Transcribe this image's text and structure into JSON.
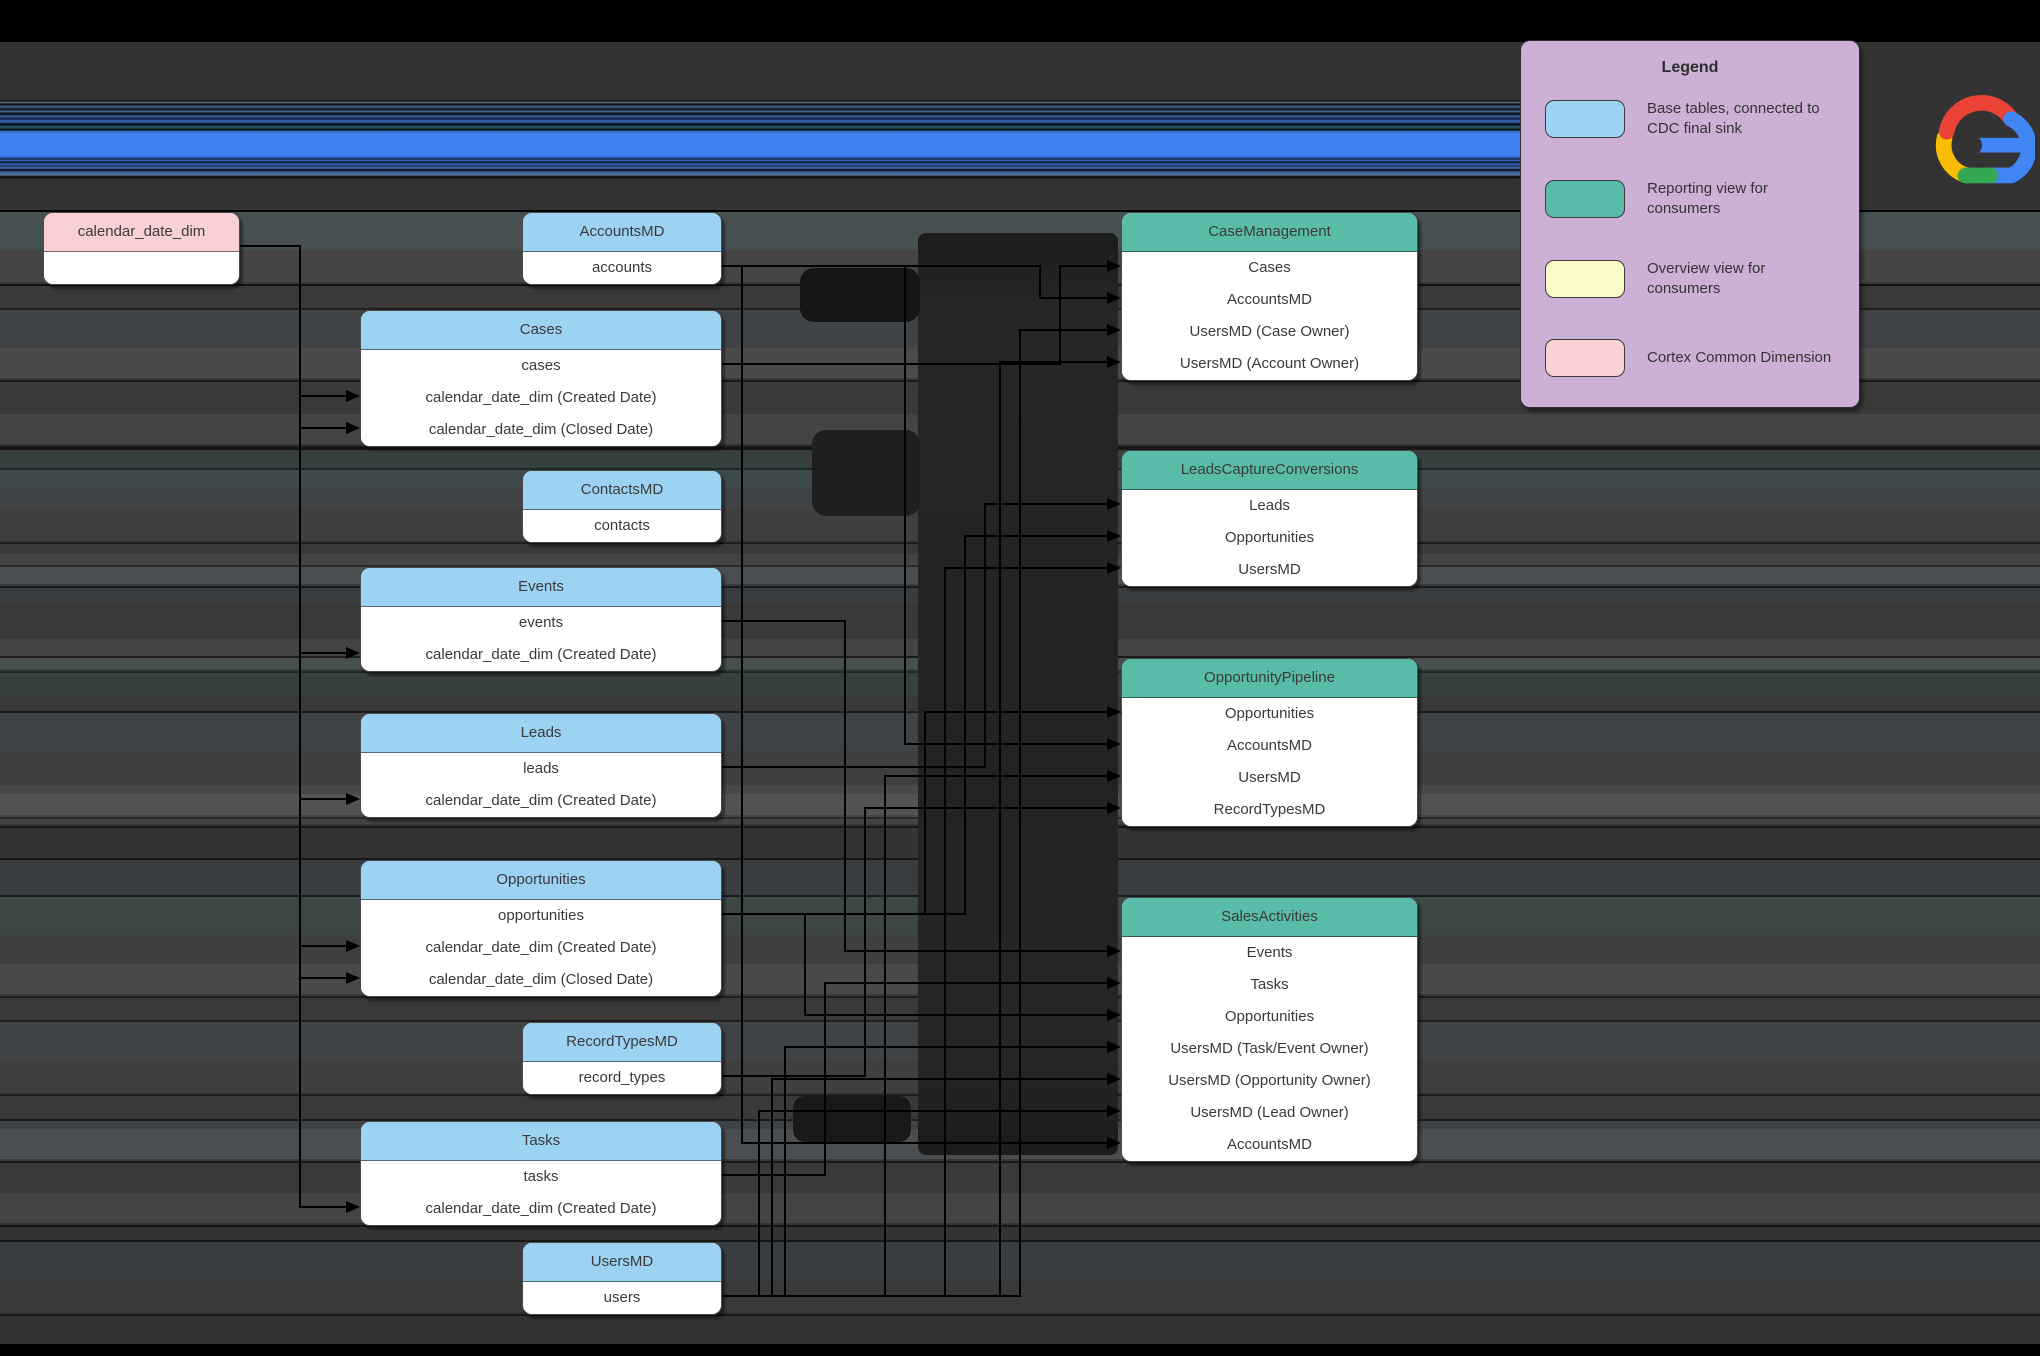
{
  "colors": {
    "base_table": "#9dd3f2",
    "reporting_view": "#58bca8",
    "overview_view": "#fafbc8",
    "common_dimension": "#f9d0d3",
    "legend_bg": "#cdb0d5",
    "canvas_bg": "#333333",
    "glitch_blue": "#4080f0",
    "connector": "#000000"
  },
  "legend": {
    "title": "Legend",
    "items": [
      {
        "type": "base_table",
        "color": "#9dd3f2",
        "label": "Base tables, connected to CDC final sink"
      },
      {
        "type": "reporting_view",
        "color": "#58bca8",
        "label": "Reporting view for consumers"
      },
      {
        "type": "overview_view",
        "color": "#fafbc8",
        "label": "Overview view for consumers"
      },
      {
        "type": "common_dimension",
        "color": "#f9d0d3",
        "label": "Cortex Common Dimension"
      }
    ]
  },
  "logo": {
    "name": "google-cloud-logo"
  },
  "tables": {
    "calendar_date_dim": {
      "title": "calendar_date_dim",
      "type": "common_dimension",
      "rows": [
        ""
      ]
    },
    "accounts_md": {
      "title": "AccountsMD",
      "type": "base_table",
      "rows": [
        "accounts"
      ]
    },
    "cases": {
      "title": "Cases",
      "type": "base_table",
      "rows": [
        "cases",
        "calendar_date_dim (Created Date)",
        "calendar_date_dim (Closed Date)"
      ]
    },
    "contacts_md": {
      "title": "ContactsMD",
      "type": "base_table",
      "rows": [
        "contacts"
      ]
    },
    "events": {
      "title": "Events",
      "type": "base_table",
      "rows": [
        "events",
        "calendar_date_dim (Created Date)"
      ]
    },
    "leads": {
      "title": "Leads",
      "type": "base_table",
      "rows": [
        "leads",
        "calendar_date_dim (Created Date)"
      ]
    },
    "opportunities": {
      "title": "Opportunities",
      "type": "base_table",
      "rows": [
        "opportunities",
        "calendar_date_dim (Created Date)",
        "calendar_date_dim (Closed Date)"
      ]
    },
    "record_types_md": {
      "title": "RecordTypesMD",
      "type": "base_table",
      "rows": [
        "record_types"
      ]
    },
    "tasks": {
      "title": "Tasks",
      "type": "base_table",
      "rows": [
        "tasks",
        "calendar_date_dim (Created Date)"
      ]
    },
    "users_md": {
      "title": "UsersMD",
      "type": "base_table",
      "rows": [
        "users"
      ]
    },
    "case_management": {
      "title": "CaseManagement",
      "type": "reporting_view",
      "rows": [
        "Cases",
        "AccountsMD",
        "UsersMD (Case Owner)",
        "UsersMD (Account Owner)"
      ]
    },
    "leads_capture_conversions": {
      "title": "LeadsCaptureConversions",
      "type": "reporting_view",
      "rows": [
        "Leads",
        "Opportunities",
        "UsersMD"
      ]
    },
    "opportunity_pipeline": {
      "title": "OpportunityPipeline",
      "type": "reporting_view",
      "rows": [
        "Opportunities",
        "AccountsMD",
        "UsersMD",
        "RecordTypesMD"
      ]
    },
    "sales_activities": {
      "title": "SalesActivities",
      "type": "reporting_view",
      "rows": [
        "Events",
        "Tasks",
        "Opportunities",
        "UsersMD (Task/Event Owner)",
        "UsersMD (Opportunity Owner)",
        "UsersMD (Lead Owner)",
        "AccountsMD"
      ]
    }
  },
  "relationships": [
    {
      "from": "calendar_date_dim",
      "to": "Cases (Created Date)"
    },
    {
      "from": "calendar_date_dim",
      "to": "Cases (Closed Date)"
    },
    {
      "from": "calendar_date_dim",
      "to": "Events (Created Date)"
    },
    {
      "from": "calendar_date_dim",
      "to": "Leads (Created Date)"
    },
    {
      "from": "calendar_date_dim",
      "to": "Opportunities (Created Date)"
    },
    {
      "from": "calendar_date_dim",
      "to": "Opportunities (Closed Date)"
    },
    {
      "from": "calendar_date_dim",
      "to": "Tasks (Created Date)"
    },
    {
      "from": "Cases",
      "to": "CaseManagement.Cases"
    },
    {
      "from": "AccountsMD",
      "to": "CaseManagement.AccountsMD"
    },
    {
      "from": "UsersMD",
      "to": "CaseManagement.UsersMD (Case Owner)"
    },
    {
      "from": "UsersMD",
      "to": "CaseManagement.UsersMD (Account Owner)"
    },
    {
      "from": "Leads",
      "to": "LeadsCaptureConversions.Leads"
    },
    {
      "from": "Opportunities",
      "to": "LeadsCaptureConversions.Opportunities"
    },
    {
      "from": "UsersMD",
      "to": "LeadsCaptureConversions.UsersMD"
    },
    {
      "from": "Opportunities",
      "to": "OpportunityPipeline.Opportunities"
    },
    {
      "from": "AccountsMD",
      "to": "OpportunityPipeline.AccountsMD"
    },
    {
      "from": "UsersMD",
      "to": "OpportunityPipeline.UsersMD"
    },
    {
      "from": "RecordTypesMD",
      "to": "OpportunityPipeline.RecordTypesMD"
    },
    {
      "from": "Events",
      "to": "SalesActivities.Events"
    },
    {
      "from": "Tasks",
      "to": "SalesActivities.Tasks"
    },
    {
      "from": "Opportunities",
      "to": "SalesActivities.Opportunities"
    },
    {
      "from": "UsersMD",
      "to": "SalesActivities.UsersMD (Task/Event Owner)"
    },
    {
      "from": "UsersMD",
      "to": "SalesActivities.UsersMD (Opportunity Owner)"
    },
    {
      "from": "UsersMD",
      "to": "SalesActivities.UsersMD (Lead Owner)"
    },
    {
      "from": "AccountsMD",
      "to": "SalesActivities.AccountsMD"
    }
  ]
}
